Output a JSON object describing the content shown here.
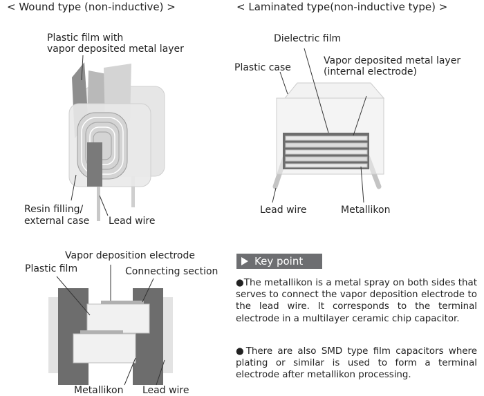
{
  "headers": {
    "wound": "< Wound type (non-inductive) >",
    "laminated": "< Laminated type(non-inductive type) >"
  },
  "wound_labels": {
    "film_line1": "Plastic film with",
    "film_line2": "vapor deposited metal layer",
    "resin_line1": "Resin filling/",
    "resin_line2": "external case",
    "lead": "Lead wire"
  },
  "laminated_labels": {
    "dielectric": "Dielectric film",
    "case": "Plastic case",
    "metal_line1": "Vapor deposited metal layer",
    "metal_line2": "(internal electrode)",
    "lead": "Lead wire",
    "metallikon": "Metallikon"
  },
  "cross_labels": {
    "vapor_electrode": "Vapor deposition electrode",
    "plastic_film": "Plastic film",
    "connecting": "Connecting section",
    "metallikon": "Metallikon",
    "lead": "Lead wire"
  },
  "key_point": {
    "title": "Key point",
    "para1": "●The metallikon is a metal spray on both sides that serves to connect the vapor deposition electrode to the lead wire. It corresponds to the terminal electrode in a multilayer ceramic chip capacitor.",
    "para2": "●There are also SMD type film capacitors where plating or similar is used to form a terminal electrode after metallikon processing."
  }
}
